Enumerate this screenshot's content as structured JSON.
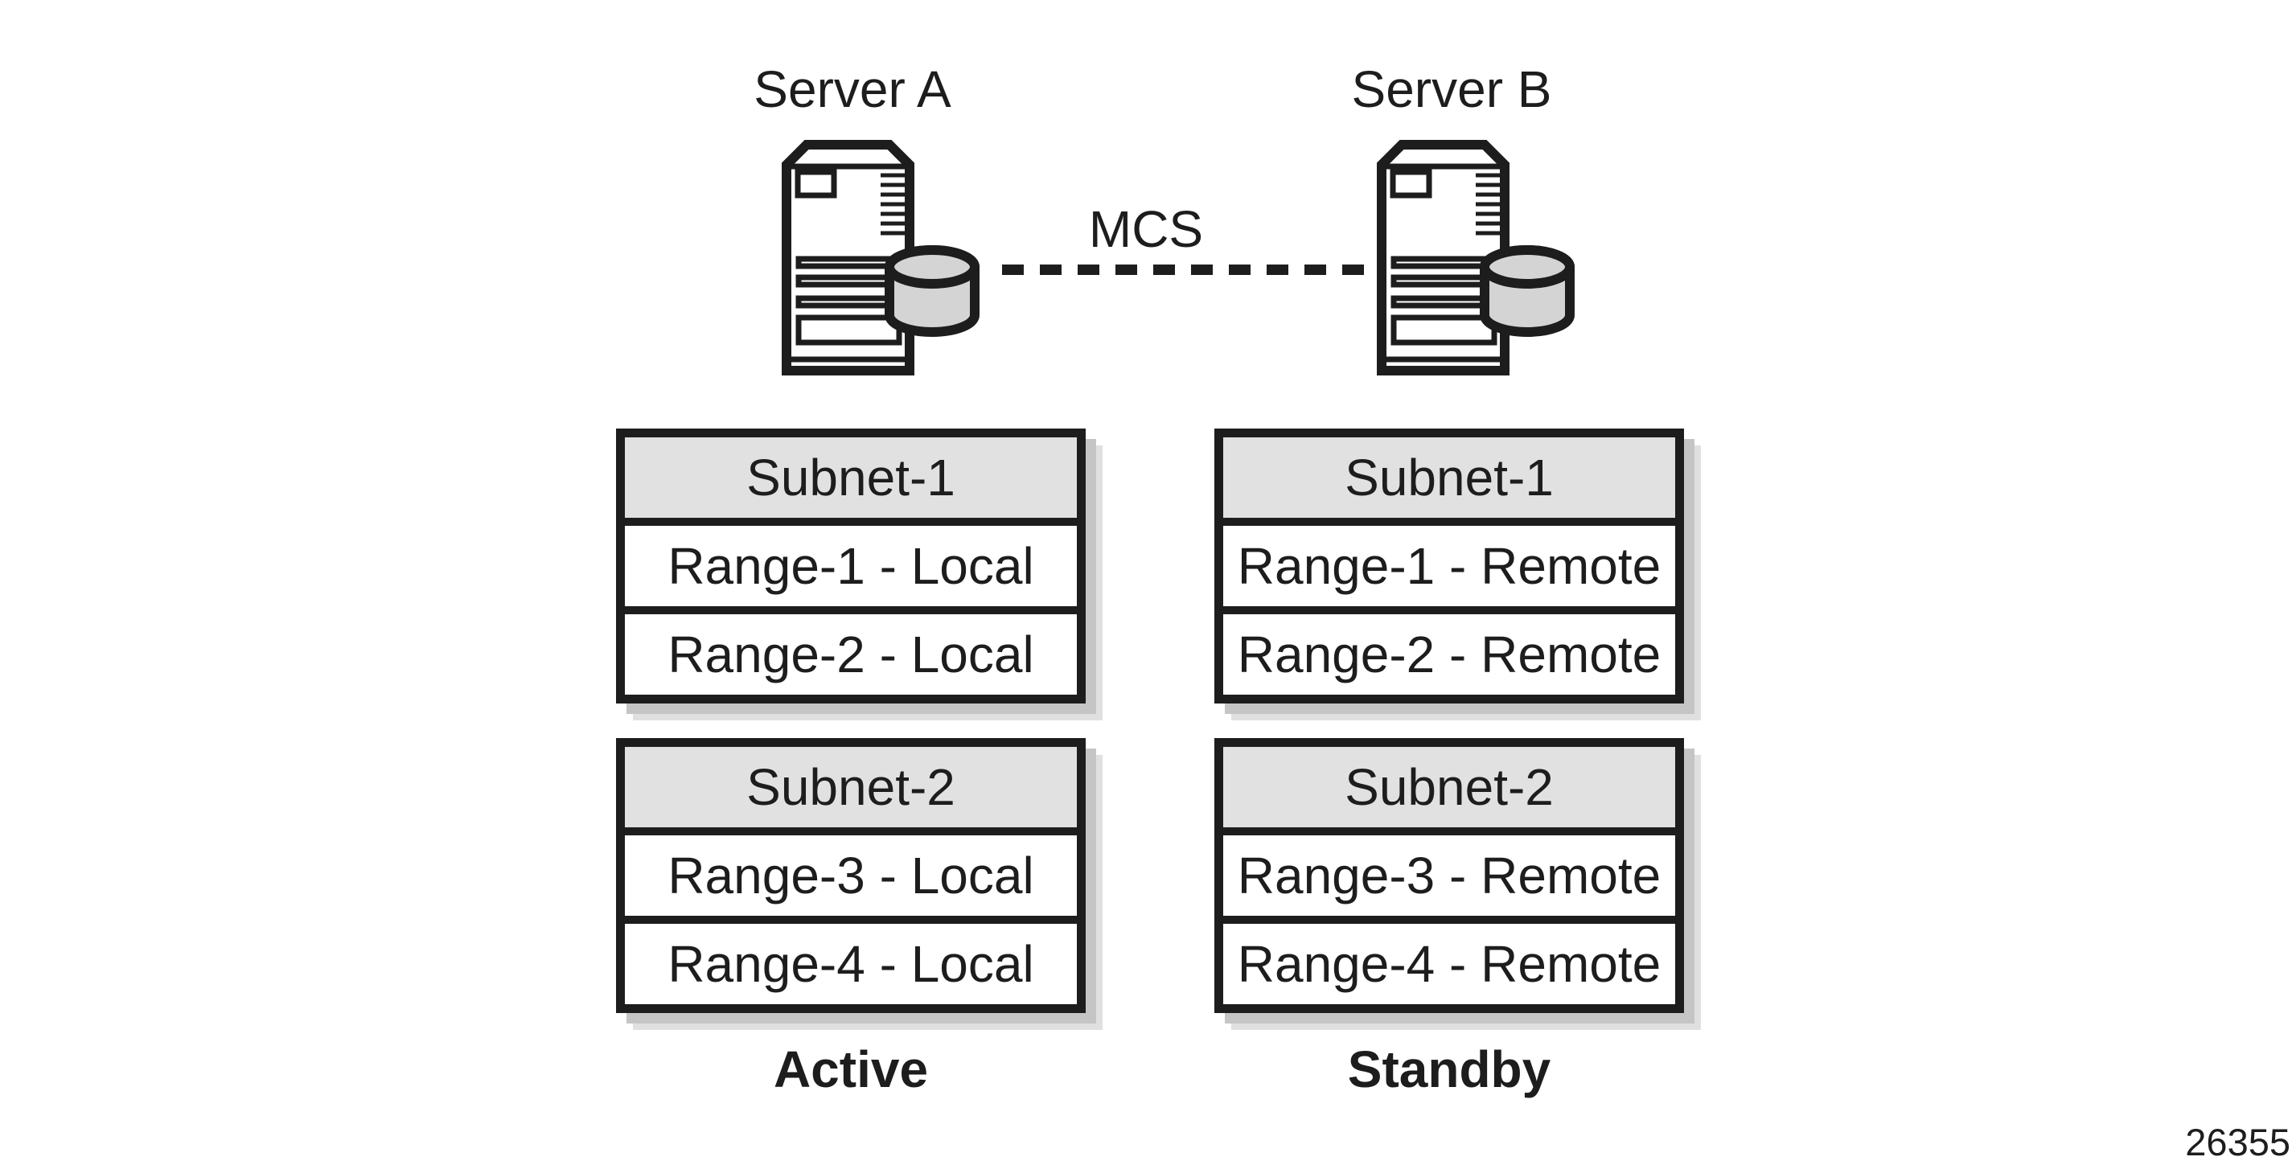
{
  "figure_number": "26355",
  "link": {
    "label": "MCS",
    "line_style": "dashed"
  },
  "columns": [
    {
      "server_name": "Server A",
      "role_label": "Active",
      "tables": [
        {
          "header": "Subnet-1",
          "rows": [
            "Range-1 - Local",
            "Range-2 - Local"
          ]
        },
        {
          "header": "Subnet-2",
          "rows": [
            "Range-3 - Local",
            "Range-4 - Local"
          ]
        }
      ]
    },
    {
      "server_name": "Server B",
      "role_label": "Standby",
      "tables": [
        {
          "header": "Subnet-1",
          "rows": [
            "Range-1 - Remote",
            "Range-2 - Remote"
          ]
        },
        {
          "header": "Subnet-2",
          "rows": [
            "Range-3 - Remote",
            "Range-4 - Remote"
          ]
        }
      ]
    }
  ],
  "colors": {
    "ink": "#1d1d1d",
    "table_header_fill": "#e1e1e1",
    "disk_fill": "#d4d4d4",
    "shadow_inner": "#c5c5c5",
    "shadow_outer": "#e0e0e0"
  }
}
